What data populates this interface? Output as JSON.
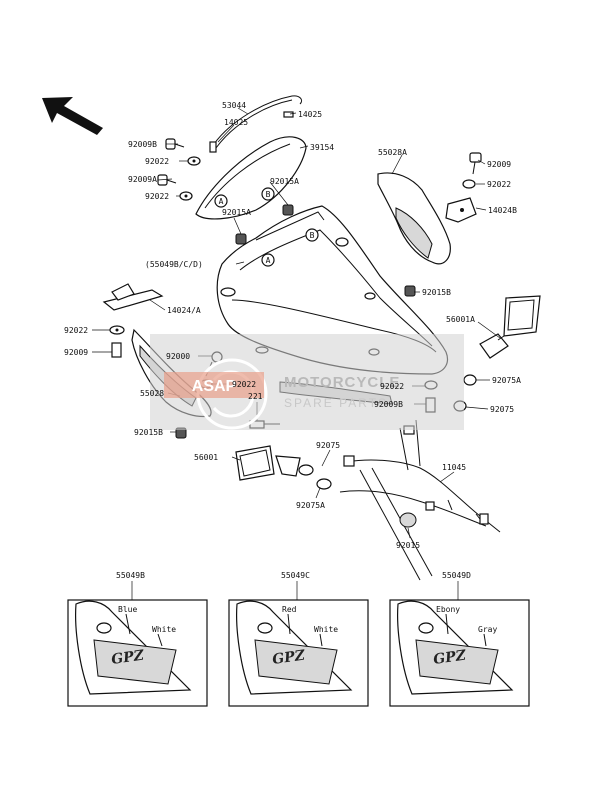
{
  "labels": {
    "l53044": "53044",
    "l14025a": "14025",
    "l14025b": "14025",
    "l39154": "39154",
    "l92009b_top": "92009B",
    "l92022_a": "92022",
    "l92009a": "92009A",
    "l92022_b": "92022",
    "l92015a_a": "92015A",
    "l92015a_b": "92015A",
    "l55028a": "55028A",
    "l92009": "92009",
    "l92022_c": "92022",
    "l14024b": "14024B",
    "l55049bcd": "(55049B/C/D)",
    "l14024a": "14024/A",
    "l92015b_a": "92015B",
    "l92022_d": "92022",
    "l92009_b": "92009",
    "l56001a": "56001A",
    "l92000": "92000",
    "l55028": "55028",
    "l92022_e": "92022",
    "l92022_f": "92022",
    "l92075a": "92075A",
    "l92009b_mid": "92009B",
    "l92075": "92075",
    "l221": "221",
    "l92015b_b": "92015B",
    "l92075_b": "92075",
    "l11045": "11045",
    "l56001": "56001",
    "l92075a_b": "92075A",
    "l92015": "92015",
    "callout_a1": "A",
    "callout_b1": "B",
    "callout_b2": "B",
    "callout_a2": "A"
  },
  "watermark": {
    "line1": "MOTORCYCLE",
    "line2": "SPARE PARTS",
    "logo": "ASAP"
  },
  "variants": [
    {
      "code": "55049B",
      "color1": "Blue",
      "color2": "White"
    },
    {
      "code": "55049C",
      "color1": "Red",
      "color2": "White"
    },
    {
      "code": "55049D",
      "color1": "Ebony",
      "color2": "Gray"
    }
  ],
  "decal_text": "GPZ"
}
